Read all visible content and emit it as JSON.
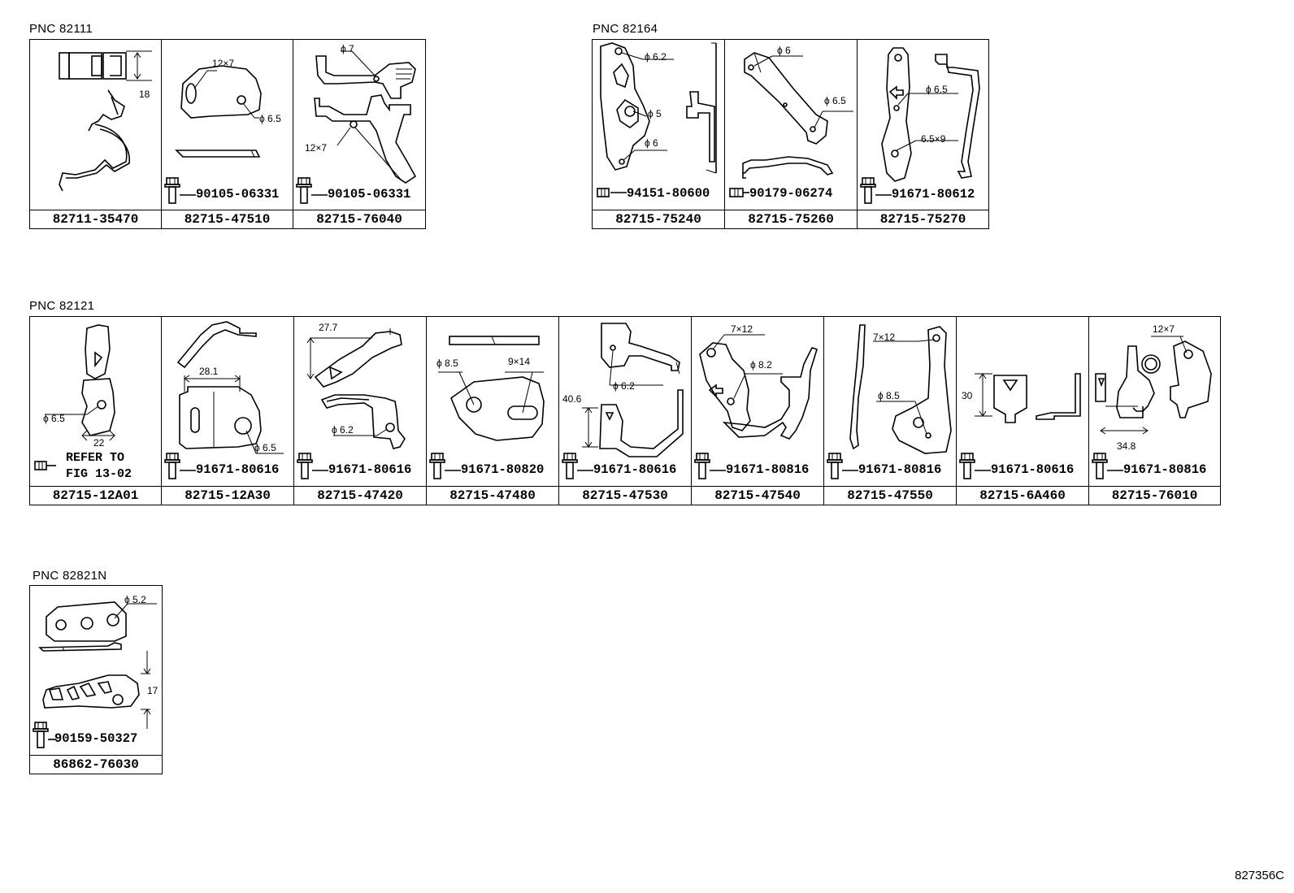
{
  "groups": [
    {
      "title": "PNC 82111",
      "cells": [
        {
          "part": "82711-35470",
          "bolt": "",
          "dims": [
            "18"
          ]
        },
        {
          "part": "82715-47510",
          "bolt": "90105-06331",
          "dims": [
            "12×7",
            "ϕ 6.5"
          ]
        },
        {
          "part": "82715-76040",
          "bolt": "90105-06331",
          "dims": [
            "ϕ 7",
            "12×7"
          ]
        }
      ]
    },
    {
      "title": "PNC 82164",
      "cells": [
        {
          "part": "82715-75240",
          "bolt": "94151-80600",
          "dims": [
            "ϕ 6.2",
            "ϕ 5",
            "ϕ 6"
          ]
        },
        {
          "part": "82715-75260",
          "bolt": "90179-06274",
          "dims": [
            "ϕ 6",
            "ϕ 6.5"
          ]
        },
        {
          "part": "82715-75270",
          "bolt": "91671-80612",
          "dims": [
            "ϕ 6.5",
            "6.5×9"
          ]
        }
      ]
    },
    {
      "title": "PNC 82121",
      "cells": [
        {
          "part": "82715-12A01",
          "bolt": "",
          "dims": [
            "ϕ 6.5",
            "22"
          ],
          "ref": [
            "REFER TO",
            "FIG 13-02"
          ]
        },
        {
          "part": "82715-12A30",
          "bolt": "91671-80616",
          "dims": [
            "28.1",
            "ϕ 6.5"
          ]
        },
        {
          "part": "82715-47420",
          "bolt": "91671-80616",
          "dims": [
            "27.7",
            "ϕ 6.2"
          ]
        },
        {
          "part": "82715-47480",
          "bolt": "91671-80820",
          "dims": [
            "ϕ 8.5",
            "9×14"
          ]
        },
        {
          "part": "82715-47530",
          "bolt": "91671-80616",
          "dims": [
            "ϕ 6.2",
            "40.6"
          ]
        },
        {
          "part": "82715-47540",
          "bolt": "91671-80816",
          "dims": [
            "7×12",
            "ϕ 8.2"
          ]
        },
        {
          "part": "82715-47550",
          "bolt": "91671-80816",
          "dims": [
            "7×12",
            "ϕ 8.5"
          ]
        },
        {
          "part": "82715-6A460",
          "bolt": "91671-80616",
          "dims": [
            "30"
          ]
        },
        {
          "part": "82715-76010",
          "bolt": "91671-80816",
          "dims": [
            "12×7",
            "34.8"
          ]
        }
      ]
    },
    {
      "title": "PNC 82821N",
      "cells": [
        {
          "part": "86862-76030",
          "bolt": "90159-50327",
          "dims": [
            "ϕ 5.2",
            "17"
          ]
        }
      ]
    }
  ],
  "illustration_code": "827356C"
}
